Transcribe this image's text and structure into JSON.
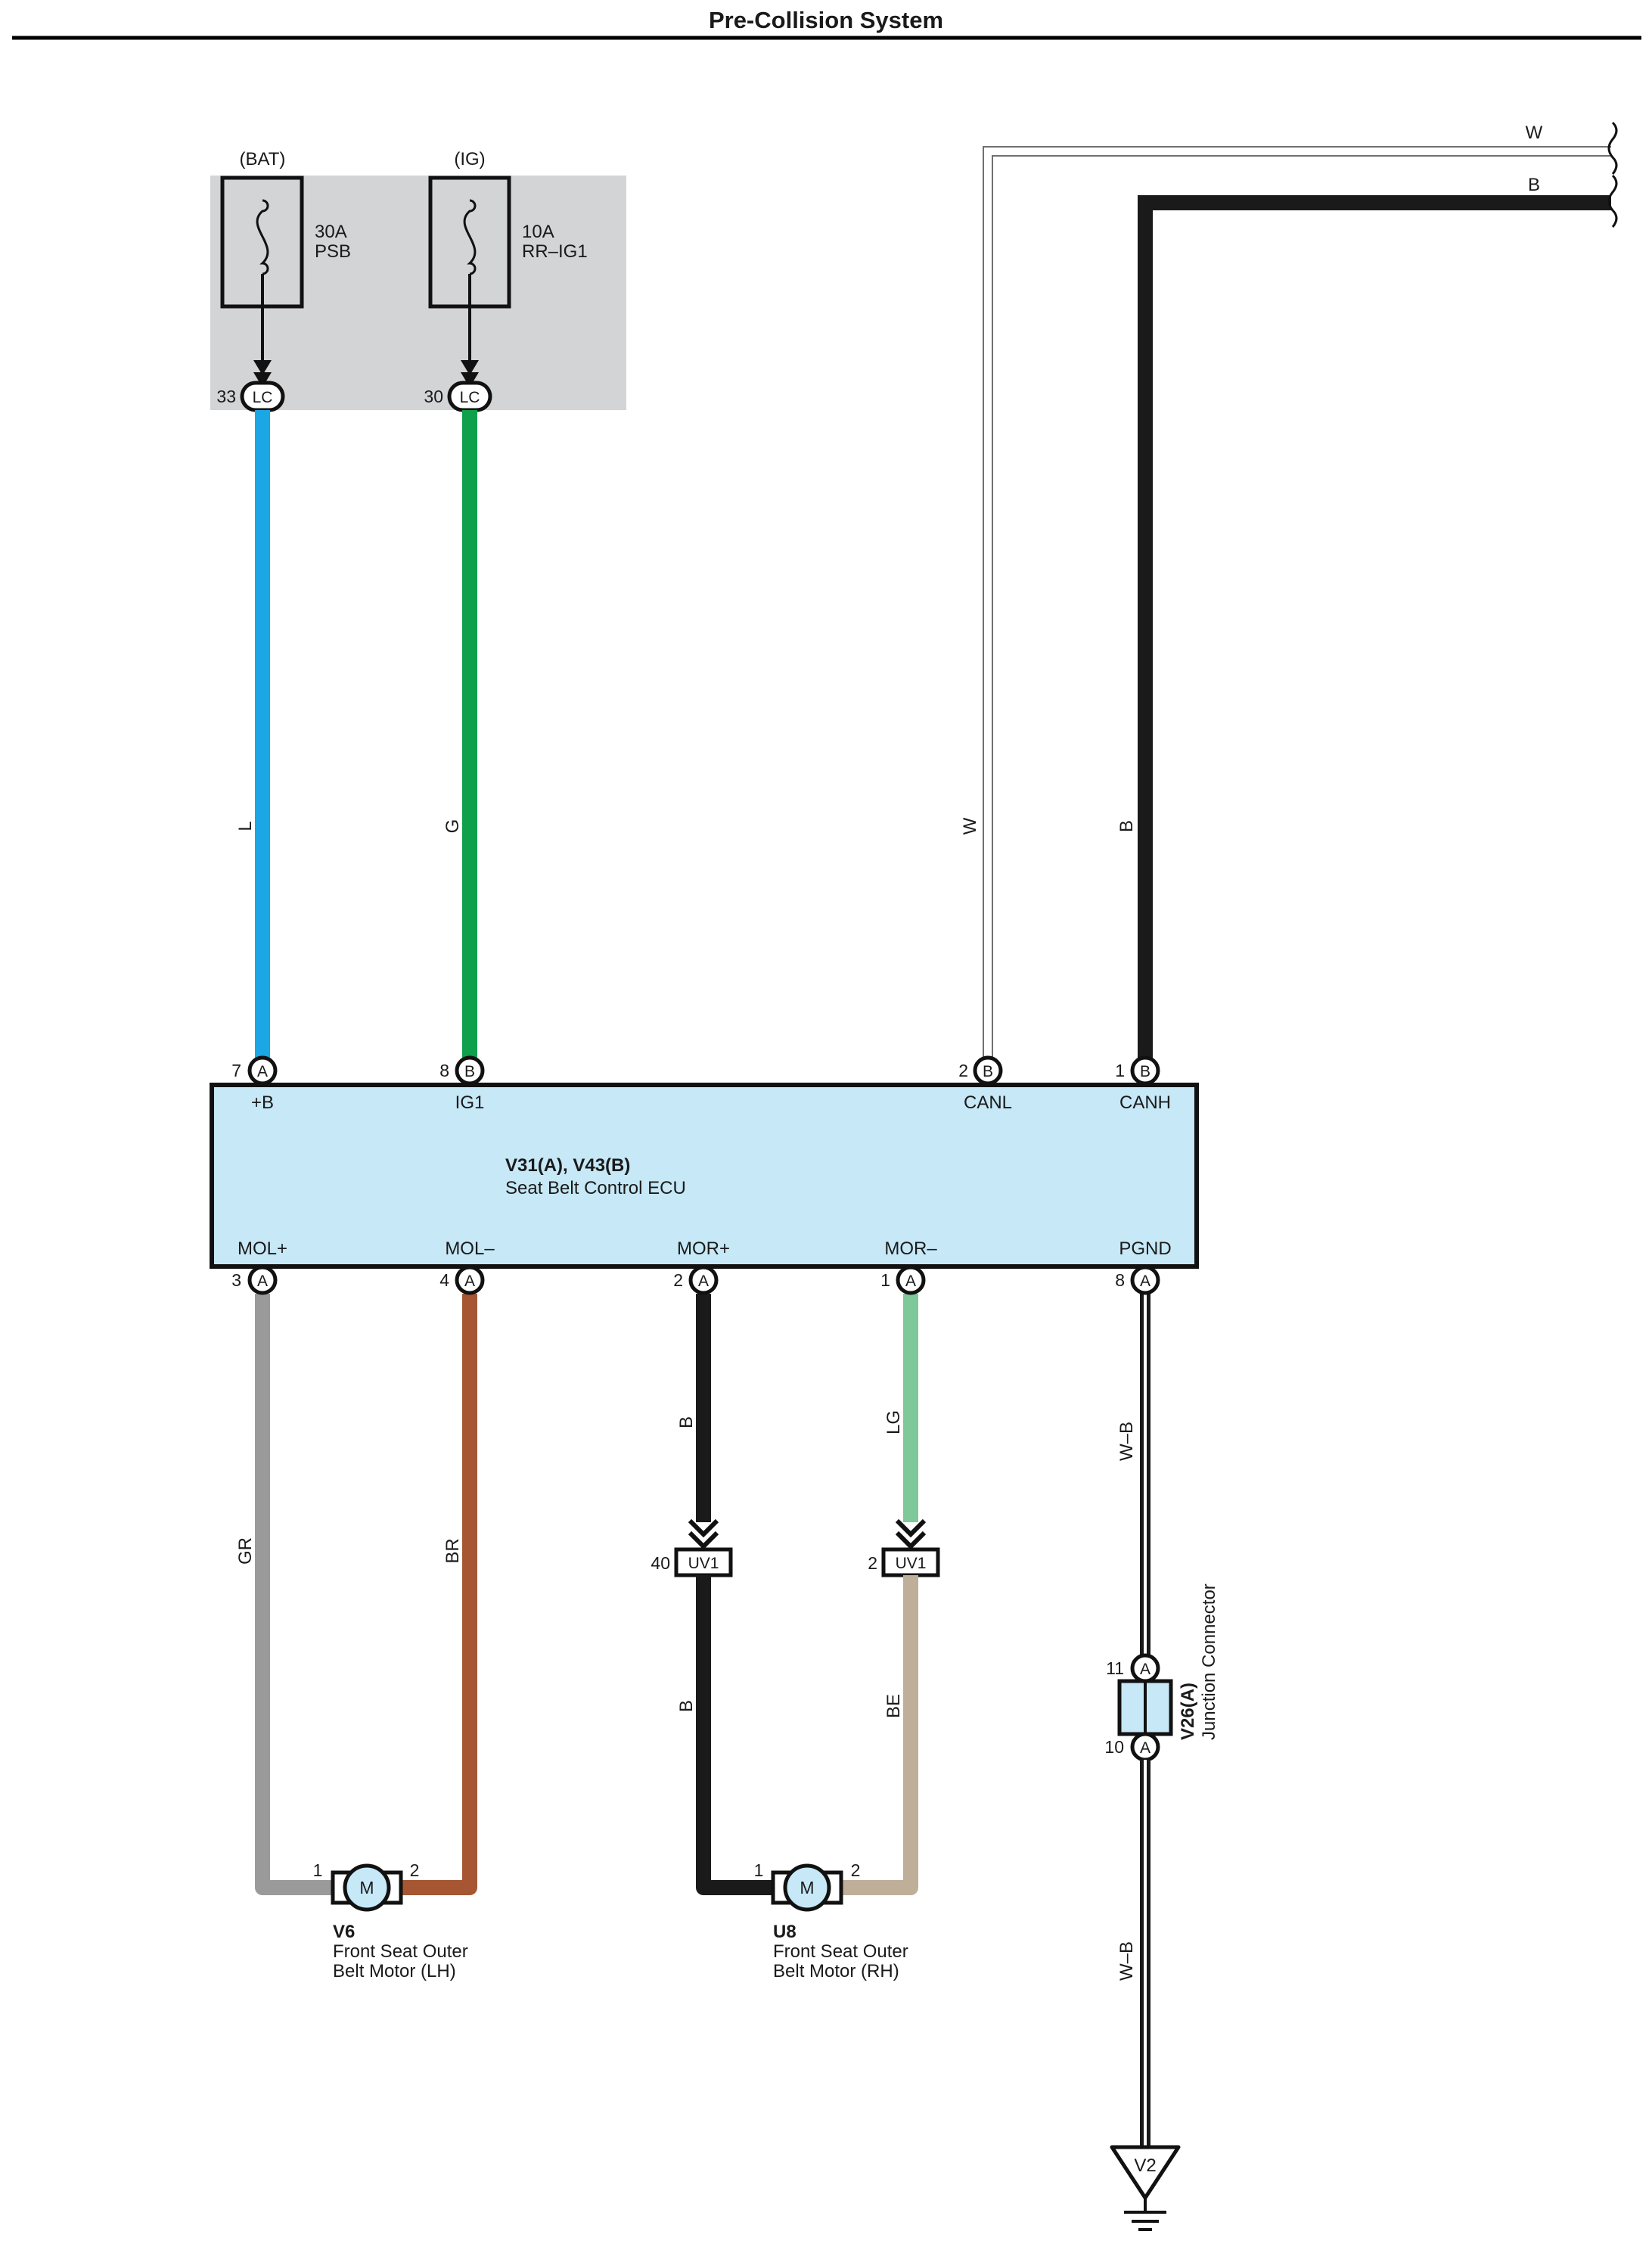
{
  "page": {
    "title": "Pre-Collision System"
  },
  "colors": {
    "L": "#1aa7e3",
    "G": "#0ea04b",
    "W": "#ffffff",
    "B": "#1a1a1a",
    "GR": "#9a9a9a",
    "BR": "#a65632",
    "LG": "#7fc89a",
    "BE": "#bfae98",
    "ecu_fill": "#c6e8f7",
    "box_fill": "#d3d4d6"
  },
  "fuse_box": {
    "fuses": [
      {
        "supply": "(BAT)",
        "rating": "30A",
        "name": "PSB",
        "pin": "33",
        "connector": "LC"
      },
      {
        "supply": "(IG)",
        "rating": "10A",
        "name": "RR–IG1",
        "pin": "30",
        "connector": "LC"
      }
    ]
  },
  "ecu": {
    "id": "V31(A), V43(B)",
    "name": "Seat Belt Control ECU",
    "top_terminals": [
      {
        "pin": "7",
        "conn": "A",
        "label": "+B",
        "wire": "L"
      },
      {
        "pin": "8",
        "conn": "B",
        "label": "IG1",
        "wire": "G"
      },
      {
        "pin": "2",
        "conn": "B",
        "label": "CANL",
        "wire": "W"
      },
      {
        "pin": "1",
        "conn": "B",
        "label": "CANH",
        "wire": "B"
      }
    ],
    "bottom_terminals": [
      {
        "pin": "3",
        "conn": "A",
        "label": "MOL+",
        "wire": "GR"
      },
      {
        "pin": "4",
        "conn": "A",
        "label": "MOL–",
        "wire": "BR"
      },
      {
        "pin": "2",
        "conn": "A",
        "label": "MOR+",
        "wire": "B"
      },
      {
        "pin": "1",
        "conn": "A",
        "label": "MOR–",
        "wire": "LG"
      },
      {
        "pin": "8",
        "conn": "A",
        "label": "PGND",
        "wire": "W–B"
      }
    ]
  },
  "bus": {
    "upper_wire": "W",
    "lower_wire": "B"
  },
  "inline_connectors": [
    {
      "pin": "40",
      "name": "UV1",
      "wire_after": "B"
    },
    {
      "pin": "2",
      "name": "UV1",
      "wire_after": "BE"
    }
  ],
  "motors": [
    {
      "id": "V6",
      "line1": "Front Seat Outer",
      "line2": "Belt Motor (LH)",
      "symbol": "M",
      "pin_a": "1",
      "pin_b": "2"
    },
    {
      "id": "U8",
      "line1": "Front Seat Outer",
      "line2": "Belt Motor (RH)",
      "symbol": "M",
      "pin_a": "1",
      "pin_b": "2"
    }
  ],
  "junction": {
    "id": "V26(A)",
    "name": "Junction Connector",
    "pin_top": "11",
    "pin_bottom": "10",
    "conn": "A",
    "wire_below": "W–B"
  },
  "ground": {
    "name": "V2"
  }
}
